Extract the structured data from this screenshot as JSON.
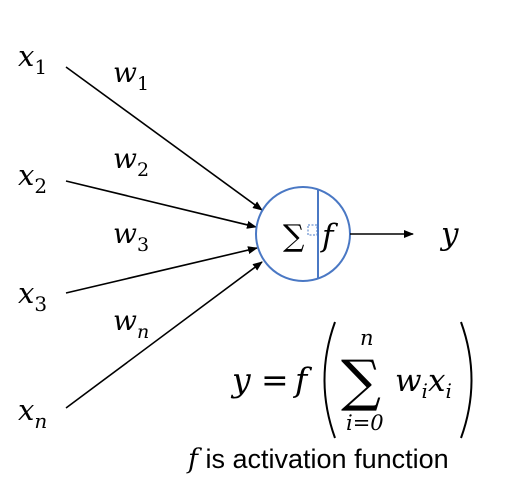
{
  "inputs": [
    {
      "base": "x",
      "sub": "1"
    },
    {
      "base": "x",
      "sub": "2"
    },
    {
      "base": "x",
      "sub": "3"
    },
    {
      "base": "x",
      "sub": "n"
    }
  ],
  "weights": [
    {
      "base": "w",
      "sub": "1"
    },
    {
      "base": "w",
      "sub": "2"
    },
    {
      "base": "w",
      "sub": "3"
    },
    {
      "base": "w",
      "sub": "n"
    }
  ],
  "neuron": {
    "sum_symbol": "∑",
    "function_symbol": "f",
    "circle_color": "#4a78c4"
  },
  "output": {
    "label": "y"
  },
  "formula": {
    "lhs": "y",
    "equals": "=",
    "func": "f",
    "sigma": "∑",
    "upper": "n",
    "lower": "i=0",
    "term_w": "w",
    "term_w_sub": "i",
    "term_x": "x",
    "term_x_sub": "i"
  },
  "caption": {
    "symbol": "f",
    "text": " is activation function"
  },
  "colors": {
    "line": "#000000",
    "text": "#111111",
    "accent": "#4a78c4"
  }
}
